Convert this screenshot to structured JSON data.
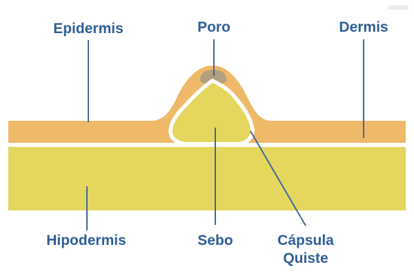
{
  "diagram": {
    "title": "Skin cross-section cyst diagram",
    "labels": {
      "epidermis": "Epidermis",
      "poro": "Poro",
      "dermis": "Dermis",
      "hipodermis": "Hipodermis",
      "sebo": "Sebo",
      "capsula_line1": "Cápsula",
      "capsula_line2": "Quiste"
    },
    "colors": {
      "epidermis_orange": "#eeb968",
      "dermis_tan": "#d4c9b0",
      "fat_yellow": "#e5d65e",
      "pore_brown": "#b1a07e",
      "capsule_white": "#ffffff",
      "label_blue": "#2f5f96",
      "leader_line_blue": "#3e669c",
      "background": "#ffffff"
    }
  }
}
